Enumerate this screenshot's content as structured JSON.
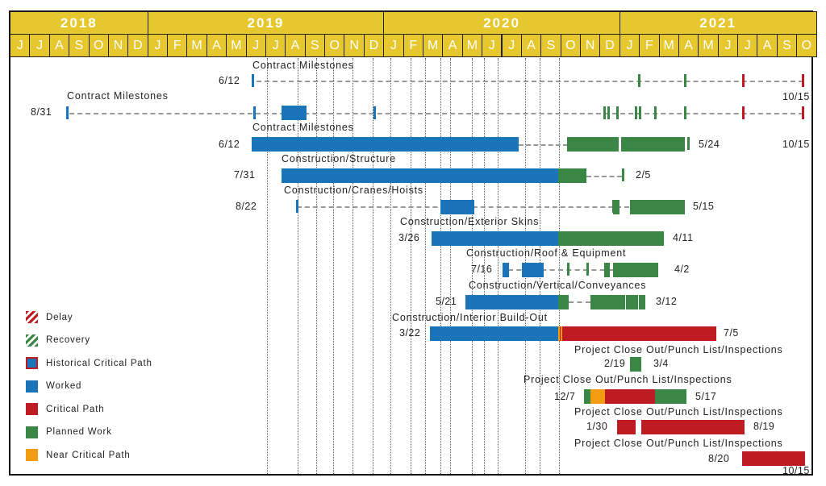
{
  "chart_data": {
    "type": "gantt",
    "title": "",
    "timeline": {
      "years": [
        {
          "label": "2018",
          "months": [
            "J",
            "J",
            "A",
            "S",
            "O",
            "N",
            "D"
          ]
        },
        {
          "label": "2019",
          "months": [
            "J",
            "F",
            "M",
            "A",
            "M",
            "J",
            "J",
            "A",
            "S",
            "O",
            "N",
            "D"
          ]
        },
        {
          "label": "2020",
          "months": [
            "J",
            "F",
            "M",
            "A",
            "M",
            "J",
            "J",
            "A",
            "S",
            "O",
            "N",
            "D"
          ]
        },
        {
          "label": "2021",
          "months": [
            "J",
            "F",
            "M",
            "A",
            "M",
            "J",
            "J",
            "A",
            "S",
            "O"
          ]
        }
      ],
      "start": "2018-06",
      "end": "2021-10"
    },
    "rows": [
      {
        "name": "Contract Milestones",
        "start": "6/12",
        "end": "10/15",
        "segments": [
          {
            "type": "worked",
            "start": "2019-06-12",
            "end": "2019-06-12",
            "kind": "milestone"
          },
          {
            "type": "planned",
            "start": "2021-02",
            "kind": "milestone"
          },
          {
            "type": "planned",
            "start": "2021-04",
            "kind": "milestone"
          },
          {
            "type": "critical",
            "start": "2021-07",
            "kind": "milestone"
          },
          {
            "type": "critical",
            "start": "2021-10-15",
            "kind": "milestone"
          }
        ]
      },
      {
        "name": "Contract Milestones",
        "start": "8/31",
        "end": "10/15",
        "segments": [
          {
            "type": "worked",
            "start": "2018-08-31",
            "kind": "milestone"
          },
          {
            "type": "worked",
            "start": "2019-06",
            "kind": "milestone"
          },
          {
            "type": "worked",
            "start": "2019-07",
            "end": "2019-08",
            "kind": "bar"
          },
          {
            "type": "worked",
            "start": "2019-12",
            "kind": "milestone"
          },
          {
            "type": "planned",
            "start": "2021-01",
            "kind": "milestones-cluster"
          },
          {
            "type": "critical",
            "start": "2021-07",
            "kind": "milestone"
          },
          {
            "type": "critical",
            "start": "2021-10-15",
            "kind": "milestone"
          }
        ]
      },
      {
        "name": "Contract Milestones",
        "start": "6/12",
        "end": "5/24",
        "extra_label": "10/15",
        "segments": [
          {
            "type": "worked",
            "start": "2019-06-12",
            "end": "2020-08"
          },
          {
            "type": "planned",
            "start": "2020-11",
            "end": "2021-05-24"
          }
        ]
      },
      {
        "name": "Construction/Structure",
        "start": "7/31",
        "end": "2/5",
        "segments": [
          {
            "type": "worked",
            "start": "2019-07-31",
            "end": "2020-09"
          },
          {
            "type": "planned",
            "start": "2020-09",
            "end": "2020-11"
          },
          {
            "type": "planned",
            "start": "2021-02-05",
            "kind": "milestone"
          }
        ]
      },
      {
        "name": "Construction/Cranes/Hoists",
        "start": "8/22",
        "end": "5/15",
        "segments": [
          {
            "type": "worked",
            "start": "2019-08-22",
            "kind": "milestone"
          },
          {
            "type": "worked",
            "start": "2020-03",
            "end": "2020-05"
          },
          {
            "type": "planned",
            "start": "2021-01",
            "kind": "milestone"
          },
          {
            "type": "planned",
            "start": "2021-02",
            "end": "2021-05-15"
          }
        ]
      },
      {
        "name": "Construction/Exterior Skins",
        "start": "3/26",
        "end": "4/11",
        "segments": [
          {
            "type": "worked",
            "start": "2020-03-26",
            "end": "2020-09"
          },
          {
            "type": "planned",
            "start": "2020-09",
            "end": "2021-04-11"
          }
        ]
      },
      {
        "name": "Construction/Roof & Equipment",
        "start": "7/16",
        "end": "4/2",
        "segments": [
          {
            "type": "worked",
            "start": "2020-07-16",
            "end": "2020-07"
          },
          {
            "type": "worked",
            "start": "2020-08",
            "end": "2020-09"
          },
          {
            "type": "planned",
            "start": "2020-10",
            "kind": "milestone"
          },
          {
            "type": "planned",
            "start": "2020-11",
            "kind": "milestone"
          },
          {
            "type": "planned",
            "start": "2020-12",
            "kind": "milestone"
          },
          {
            "type": "planned",
            "start": "2021-01",
            "end": "2021-04-02"
          }
        ]
      },
      {
        "name": "Construction/Vertical/Conveyances",
        "start": "5/21",
        "end": "3/12",
        "segments": [
          {
            "type": "worked",
            "start": "2020-05-21",
            "end": "2020-09"
          },
          {
            "type": "planned",
            "start": "2020-09",
            "end": "2020-10"
          },
          {
            "type": "planned",
            "start": "2020-11",
            "end": "2021-03-12"
          }
        ]
      },
      {
        "name": "Construction/Interior Build-Out",
        "start": "3/22",
        "end": "7/5",
        "segments": [
          {
            "type": "worked",
            "start": "2020-03-22",
            "end": "2020-09"
          },
          {
            "type": "near_critical",
            "start": "2020-09",
            "end": "2020-09"
          },
          {
            "type": "critical",
            "start": "2020-09",
            "end": "2021-07-05"
          }
        ]
      },
      {
        "name": "Project Close Out/Punch List/Inspections",
        "start": "2/19",
        "end": "3/4",
        "segments": [
          {
            "type": "planned",
            "start": "2021-02-19",
            "end": "2021-03-04"
          }
        ]
      },
      {
        "name": "Project Close Out/Punch List/Inspections",
        "start": "12/7",
        "end": "5/17",
        "segments": [
          {
            "type": "planned",
            "start": "2020-12-07",
            "end": "2020-12"
          },
          {
            "type": "near_critical",
            "start": "2020-12",
            "end": "2021-01"
          },
          {
            "type": "critical",
            "start": "2021-01",
            "end": "2021-03"
          },
          {
            "type": "planned",
            "start": "2021-03",
            "end": "2021-05-17"
          }
        ]
      },
      {
        "name": "Project Close Out/Punch List/Inspections",
        "start": "1/30",
        "end": "8/19",
        "segments": [
          {
            "type": "critical",
            "start": "2021-01-30",
            "end": "2021-02"
          },
          {
            "type": "critical",
            "start": "2021-02",
            "end": "2021-08-19"
          }
        ]
      },
      {
        "name": "Project Close Out/Punch List/Inspections",
        "start": "8/20",
        "end": "10/15",
        "segments": [
          {
            "type": "critical",
            "start": "2021-08-20",
            "end": "2021-10-15"
          }
        ]
      }
    ],
    "legend": [
      {
        "label": "Delay",
        "style": "hatch",
        "color": "#be1b22"
      },
      {
        "label": "Recovery",
        "style": "hatch",
        "color": "#3a8645"
      },
      {
        "label": "Historical Critical Path",
        "style": "outlined",
        "color": "#1a74b9",
        "border": "#be1b22"
      },
      {
        "label": "Worked",
        "style": "solid",
        "color": "#1a74b9"
      },
      {
        "label": "Critical Path",
        "style": "solid",
        "color": "#be1b22"
      },
      {
        "label": "Planned Work",
        "style": "solid",
        "color": "#3a8645"
      },
      {
        "label": "Near Critical Path",
        "style": "solid",
        "color": "#f39c12"
      }
    ],
    "grid": {
      "vertical_dotted": true
    },
    "legend_position": "bottom-left"
  },
  "colors": {
    "header": "#e6c82e",
    "worked": "#1a74b9",
    "critical": "#be1b22",
    "planned": "#3a8645",
    "near_critical": "#f39c12"
  }
}
